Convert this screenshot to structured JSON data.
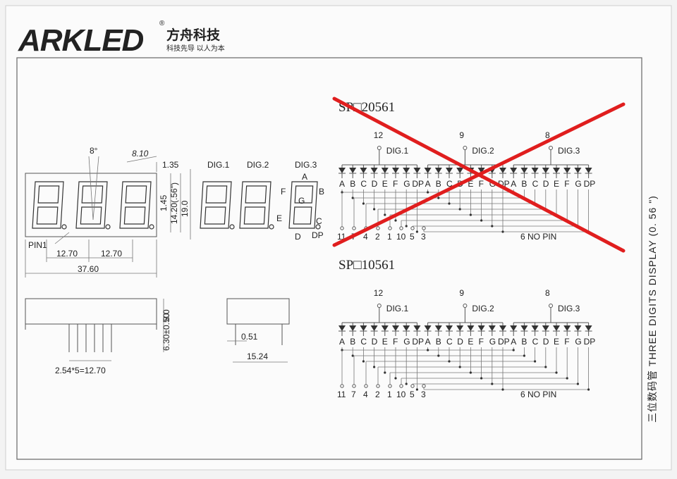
{
  "brand": {
    "name": "ARKLED",
    "registered": "®",
    "company_cn": "方舟科技",
    "slogan_cn": "科技先导  以人为本",
    "accent_color": "#1f6fb5",
    "accent_dark": "#15508a"
  },
  "side_title": "三位数码管 THREE DIGITS DISPLAY (0. 56 \")",
  "dimensions": {
    "angle": "8°",
    "tilt": "8.10",
    "seg_width": "1.35",
    "height_a": "1.45",
    "height_b": "14.20(.56\")",
    "height_c": "19.0",
    "pitch_1": "12.70",
    "pitch_2": "12.70",
    "total_width": "37.60",
    "pin1": "PIN1",
    "side_h1": "8.0",
    "side_h2": "6.30±0.50",
    "pin_pitch": "2.54*5=12.70",
    "pin_dia": "0.51",
    "body_depth": "15.24"
  },
  "segment_demo": {
    "digits": [
      "DIG.1",
      "DIG.2",
      "DIG.3"
    ],
    "labels": [
      "A",
      "B",
      "C",
      "D",
      "E",
      "F",
      "G",
      "DP"
    ]
  },
  "circuits": [
    {
      "id": "SP□20561",
      "crossed_out": true,
      "common_pins": [
        "12",
        "9",
        "8"
      ],
      "digits": [
        "DIG.1",
        "DIG.2",
        "DIG.3"
      ],
      "segments": [
        "A",
        "B",
        "C",
        "D",
        "E",
        "F",
        "G",
        "DP"
      ],
      "bottom_pins": [
        "11",
        "7",
        "4",
        "2",
        "1",
        "10",
        "5",
        "3"
      ],
      "no_pin": "6  NO  PIN"
    },
    {
      "id": "SP□10561",
      "crossed_out": false,
      "common_pins": [
        "12",
        "9",
        "8"
      ],
      "digits": [
        "DIG.1",
        "DIG.2",
        "DIG.3"
      ],
      "segments": [
        "A",
        "B",
        "C",
        "D",
        "E",
        "F",
        "G",
        "DP"
      ],
      "bottom_pins": [
        "11",
        "7",
        "4",
        "2",
        "1",
        "10",
        "5",
        "3"
      ],
      "no_pin": "6  NO  PIN"
    }
  ],
  "cross_color": "#e01e1e"
}
